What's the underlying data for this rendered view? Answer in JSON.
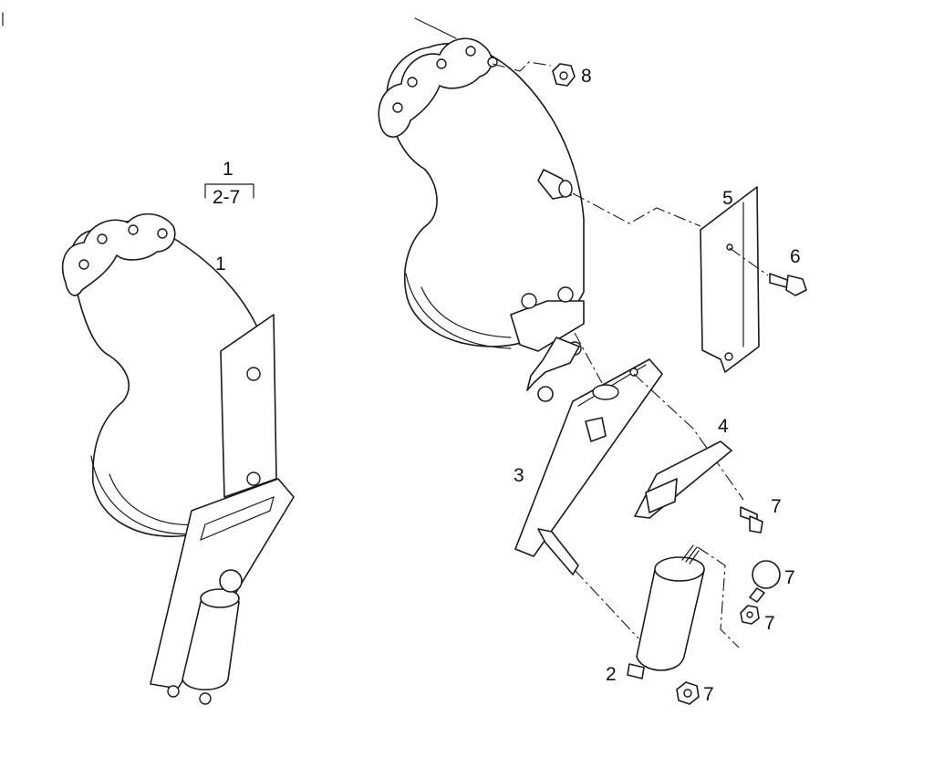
{
  "diagram": {
    "callouts": {
      "assembly_top": "1",
      "assembly_range": "2-7",
      "item_1": "1",
      "item_2": "2",
      "item_3": "3",
      "item_4": "4",
      "item_5": "5",
      "item_6": "6",
      "item_7a": "7",
      "item_7b": "7",
      "item_7c": "7",
      "item_7d": "7",
      "item_8": "8"
    }
  }
}
